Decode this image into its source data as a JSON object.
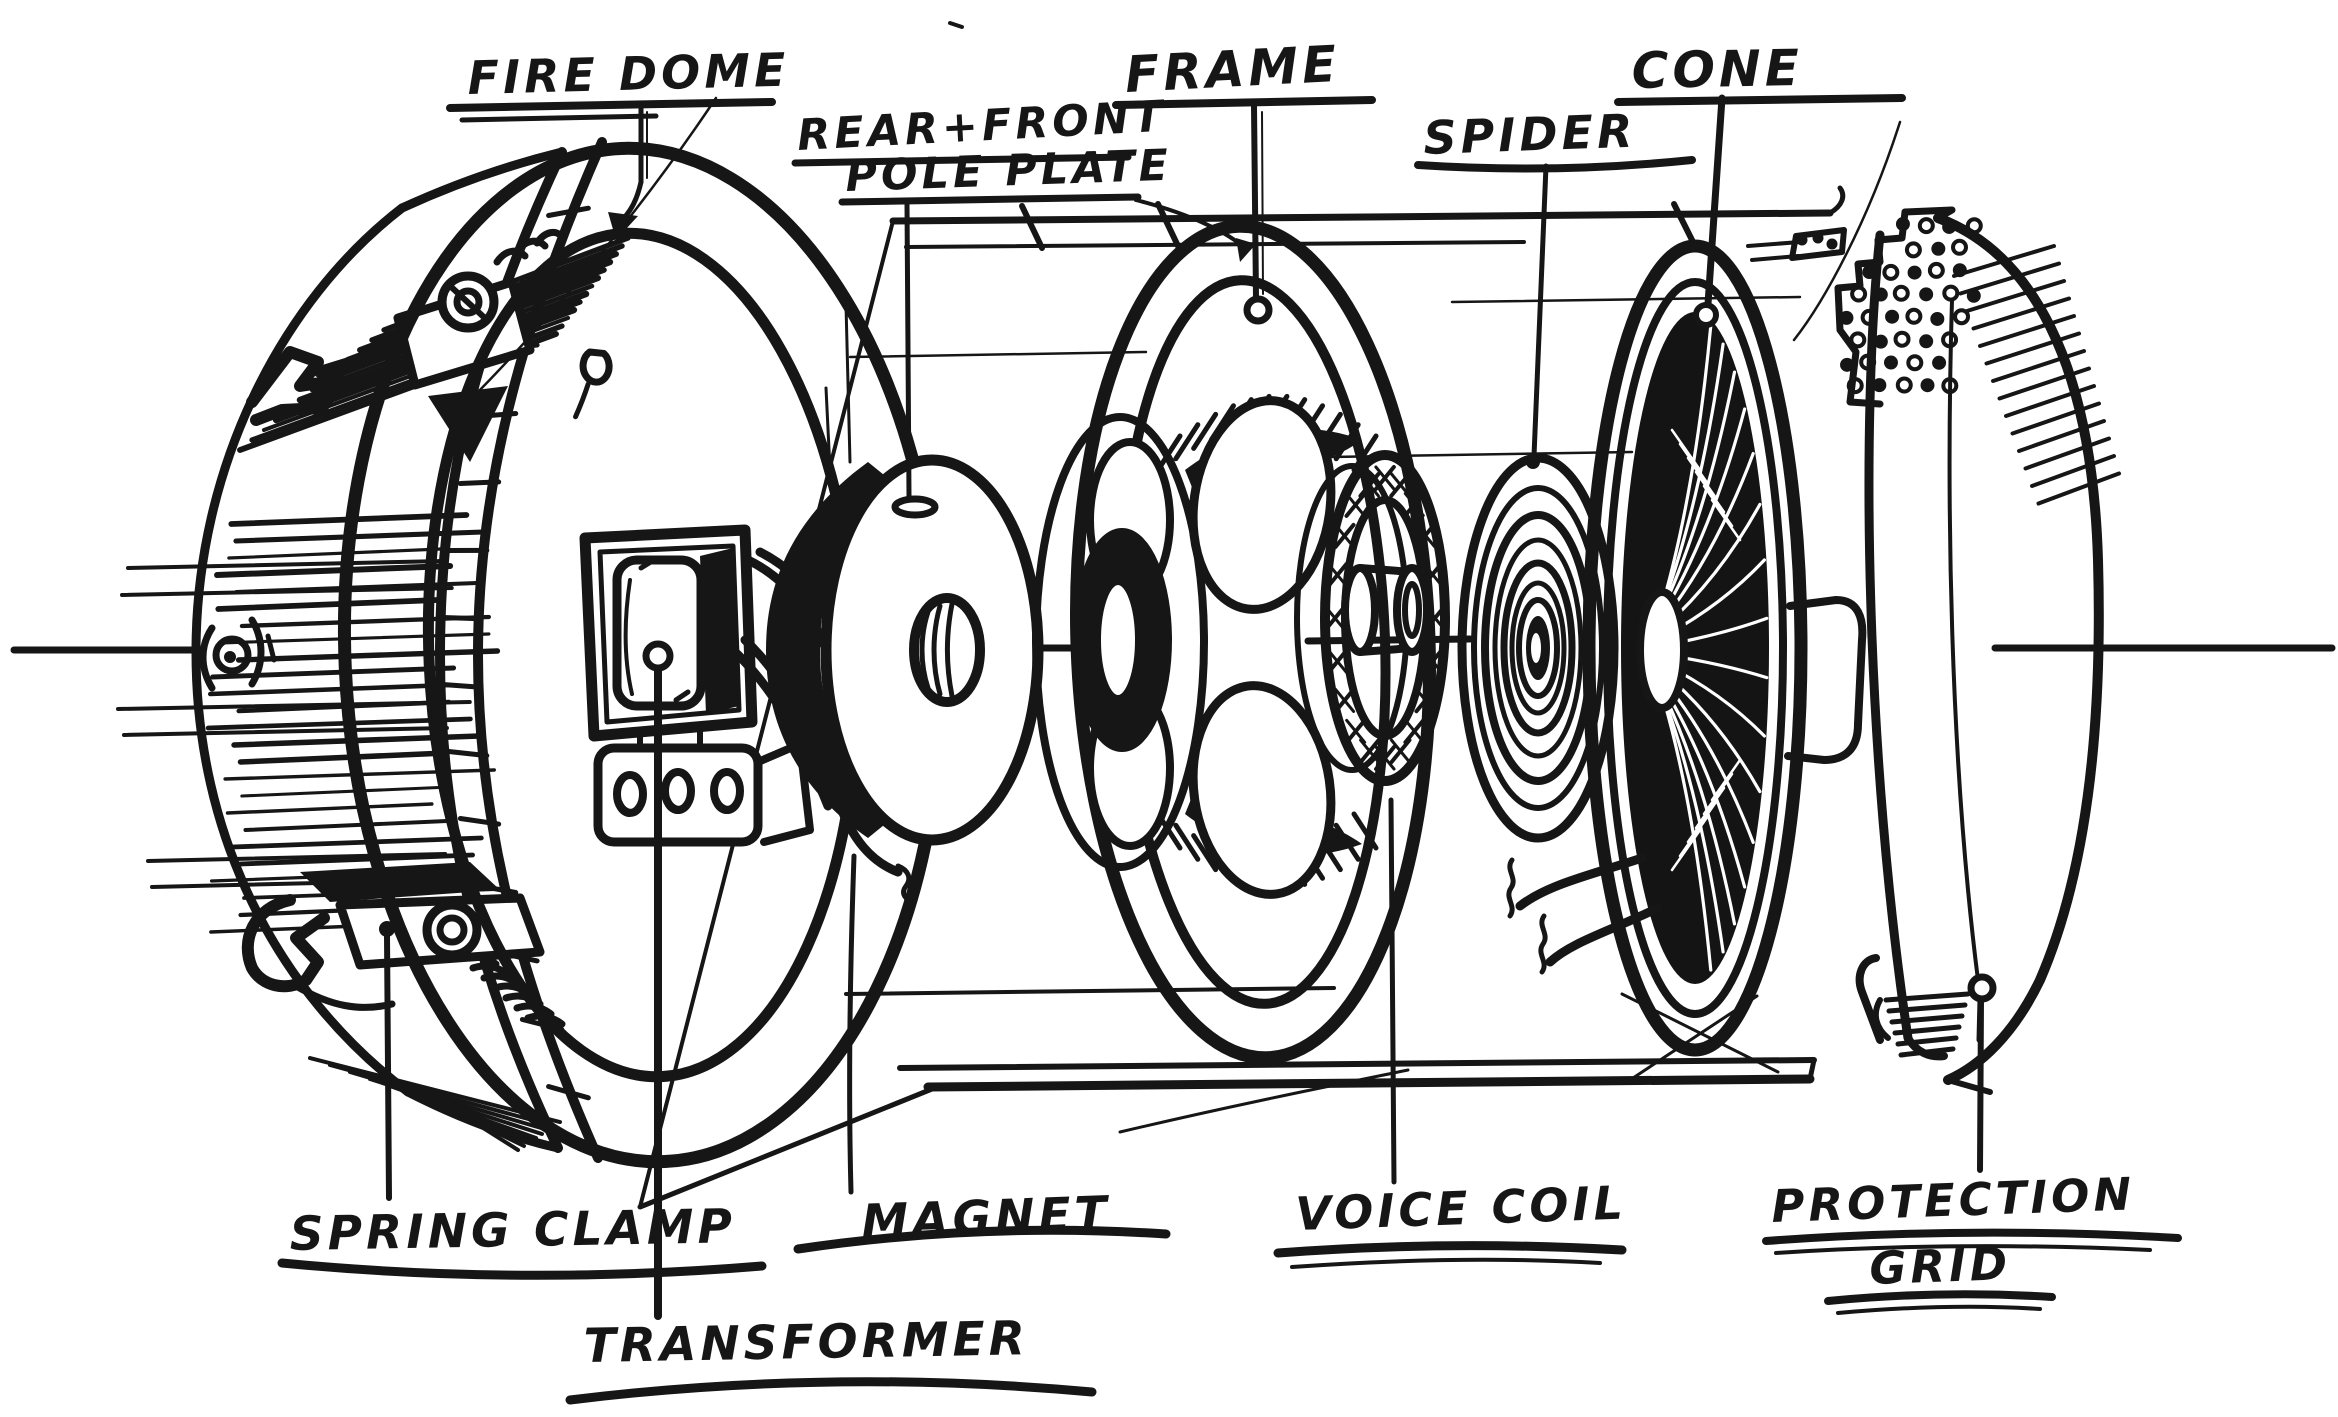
{
  "title": "Loudspeaker exploded-view hand sketch",
  "colors": {
    "ink": "#161616",
    "paper": "#ffffff"
  },
  "labels": {
    "fire_dome": "FIRE DOME",
    "rear_front_line1": "REAR+FRONT",
    "rear_front_line2": "POLE PLATE",
    "frame": "FRAME",
    "spider": "SPIDER",
    "cone": "CONE",
    "spring_clamp": "SPRING CLAMP",
    "magnet": "MAGNET",
    "transformer": "TRANSFORMER",
    "voice_coil": "VOICE COIL",
    "protection_line1": "PROTECTION",
    "protection_line2": "GRID"
  }
}
